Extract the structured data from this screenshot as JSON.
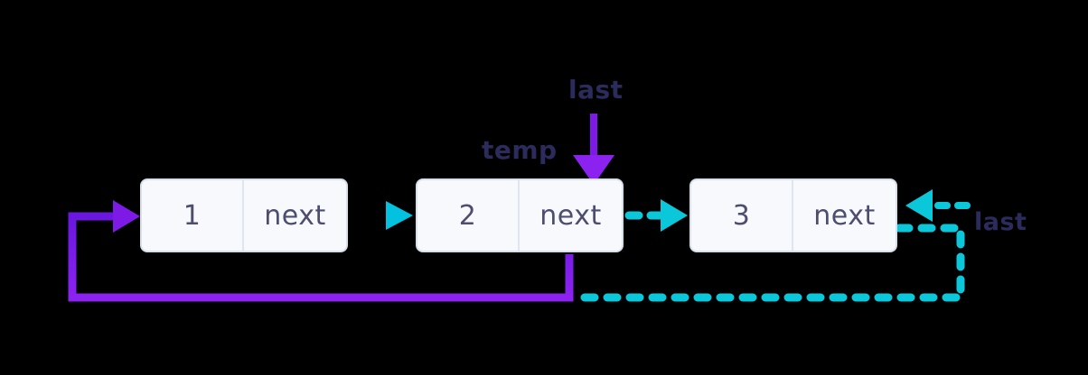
{
  "diagram": {
    "title": "Singly linked list pointer diagram",
    "background_color": "#000000",
    "nodes": [
      {
        "id": "node1",
        "value": "1",
        "pointer_label": "next"
      },
      {
        "id": "node2",
        "value": "2",
        "pointer_label": "last"
      },
      {
        "id": "node3",
        "value": "3",
        "pointer_label": "next"
      }
    ],
    "node_labels": {
      "node1_value": "1",
      "node1_next": "next",
      "node2_value": "2",
      "node2_next": "next",
      "node3_value": "3",
      "node3_next": "next"
    },
    "annotations": {
      "temp": "temp",
      "last_top": "last",
      "last_right": "last"
    },
    "colors": {
      "node_fill": "#f7f9fc",
      "node_border": "#d8e0ec",
      "node_divider": "#dfe6f0",
      "node_text": "#4d4d70",
      "label_text": "#2b2b5c",
      "purple_arrow": "#7d1ae6",
      "teal_arrow_start": "#1fd8b4",
      "teal_arrow_end": "#0ac3dc",
      "teal_dashed": "#0ac8da"
    },
    "arrows": [
      {
        "name": "next-arrow-1-to-2",
        "style": "solid",
        "color": "#1fd8b4",
        "direction": "right"
      },
      {
        "name": "next-arrow-2-to-3",
        "style": "dashed",
        "color": "#0ac8da",
        "direction": "right"
      },
      {
        "name": "last-pointer-down-to-node2",
        "style": "solid",
        "color": "#7d1ae6",
        "direction": "down"
      },
      {
        "name": "temp-loopback-to-node1",
        "style": "solid",
        "color": "#7d1ae6",
        "direction": "right"
      },
      {
        "name": "last-pointer-into-node3",
        "style": "dashed",
        "color": "#0ac8da",
        "direction": "left"
      },
      {
        "name": "last-wrap-path",
        "style": "dashed",
        "color": "#0ac8da",
        "direction": "left"
      }
    ]
  }
}
